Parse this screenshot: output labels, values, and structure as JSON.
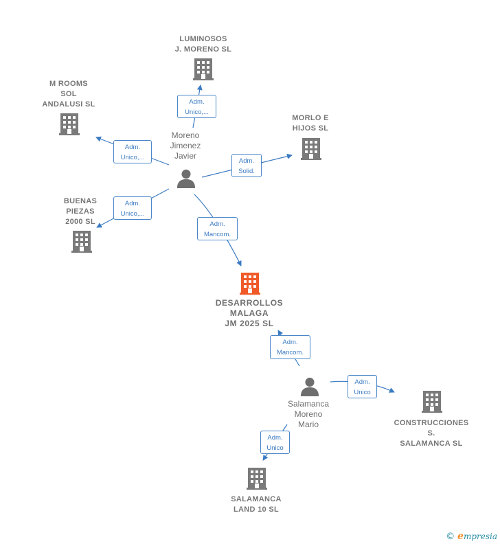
{
  "companies": [
    {
      "id": "luminosos",
      "label": "LUMINOSOS\nJ. MORENO  SL"
    },
    {
      "id": "mrooms",
      "label": "M ROOMS\nSOL\nANDALUSI  SL"
    },
    {
      "id": "morlo",
      "label": "MORLO E\nHIJOS  SL"
    },
    {
      "id": "buenas",
      "label": "BUENAS\nPIEZAS\n2000 SL"
    },
    {
      "id": "desarrollos",
      "label": "DESARROLLOS\nMALAGA\nJM 2025  SL",
      "highlight": true
    },
    {
      "id": "construcciones",
      "label": "CONSTRUCCIONES\nS.\nSALAMANCA SL"
    },
    {
      "id": "salamanca_land",
      "label": "SALAMANCA\nLAND 10  SL"
    }
  ],
  "persons": [
    {
      "id": "moreno",
      "label": "Moreno\nJimenez\nJavier"
    },
    {
      "id": "salamanca",
      "label": "Salamanca\nMoreno\nMario"
    }
  ],
  "edges": [
    {
      "from": "moreno",
      "to": "luminosos",
      "label": "Adm.\nUnico,..."
    },
    {
      "from": "moreno",
      "to": "mrooms",
      "label": "Adm.\nUnico,..."
    },
    {
      "from": "moreno",
      "to": "morlo",
      "label": "Adm.\nSolid."
    },
    {
      "from": "moreno",
      "to": "buenas",
      "label": "Adm.\nUnico,..."
    },
    {
      "from": "moreno",
      "to": "desarrollos",
      "label": "Adm.\nMancom."
    },
    {
      "from": "salamanca",
      "to": "desarrollos",
      "label": "Adm.\nMancom."
    },
    {
      "from": "salamanca",
      "to": "construcciones",
      "label": "Adm.\nUnico"
    },
    {
      "from": "salamanca",
      "to": "salamanca_land",
      "label": "Adm.\nUnico"
    }
  ],
  "colors": {
    "edge": "#3b7bc2",
    "building": "#7a7a7a",
    "highlight": "#f05a28",
    "person": "#6e6e6e"
  },
  "footer": {
    "copyright": "©",
    "brand_initial": "e",
    "brand_rest": "mpresia"
  }
}
